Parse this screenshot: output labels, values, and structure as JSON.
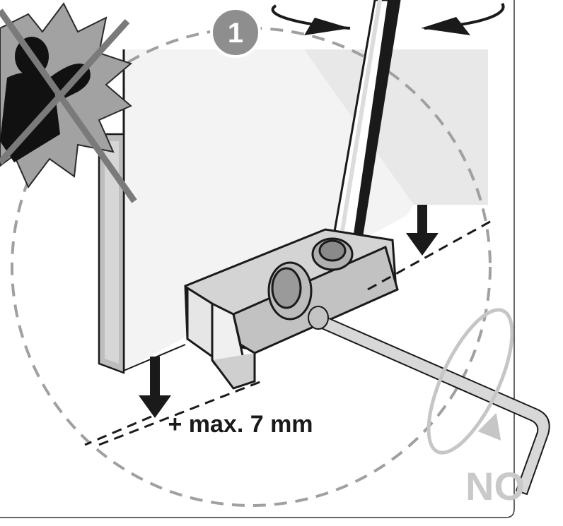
{
  "step": {
    "number": "1"
  },
  "adjustment": {
    "label": "+ max. 7 mm"
  },
  "warning": {
    "text": "NO"
  },
  "colors": {
    "outline": "#1a1a1a",
    "panel": "#f2f2f2",
    "panel_shade": "#dcdcdc",
    "frame": "#b8b8b8",
    "badge": "#8c8c8c",
    "dashed_circle": "#9a9a9a",
    "warning_grey": "#c8c8c8",
    "burst": "#9e9e9e"
  },
  "icons": {
    "step_badge": "step-number-circle",
    "tool": "screwdriver-icon",
    "hex_key": "allen-key-icon",
    "prohibited": "no-strength-icon"
  }
}
